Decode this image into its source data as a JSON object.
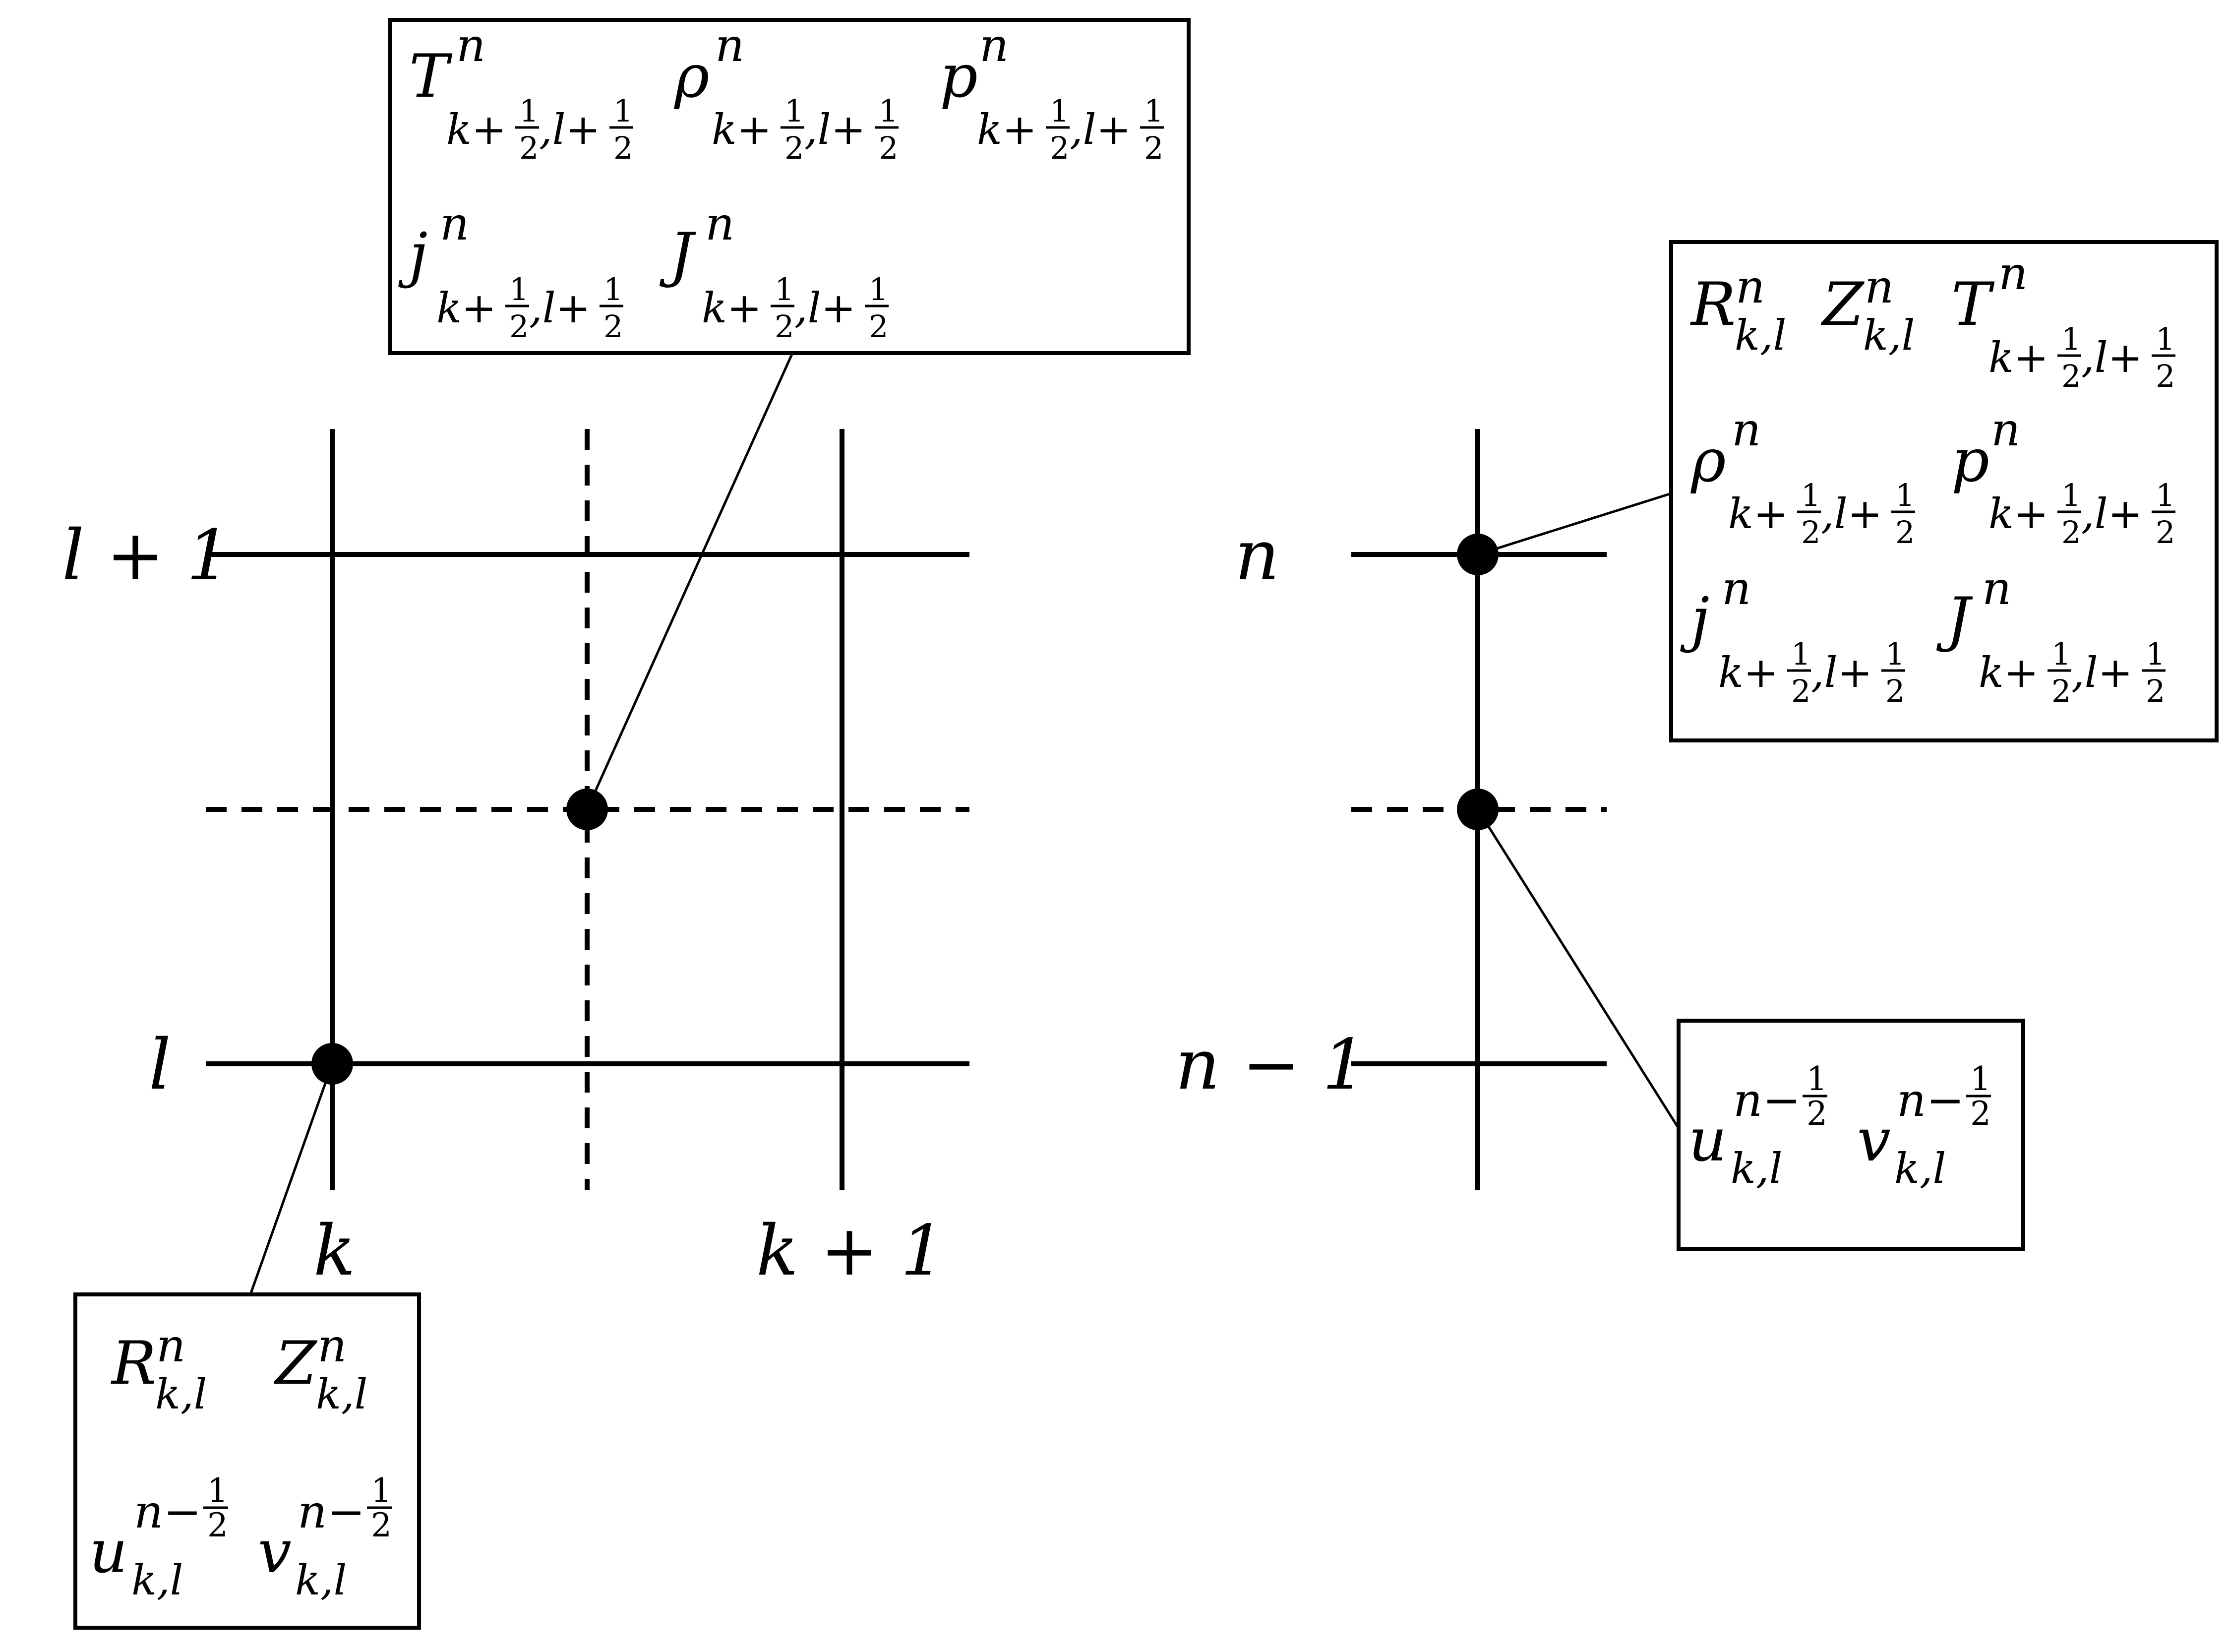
{
  "axis_labels": {
    "row_upper": "l + 1",
    "row_lower": "l",
    "col_left": "k",
    "col_right": "k + 1",
    "time_upper": "n",
    "time_lower": "n − 1"
  },
  "symbols": {
    "T": "T",
    "rho": "ρ",
    "p": "p",
    "j": "j",
    "J": "J",
    "R": "R",
    "Z": "Z",
    "u": "u",
    "v": "v"
  },
  "indices": {
    "time_n": "n",
    "time_n_minus": "n−",
    "node": "k,l",
    "cell_k": "k+",
    "cell_l": ",l+",
    "one": "1",
    "two": "2"
  }
}
